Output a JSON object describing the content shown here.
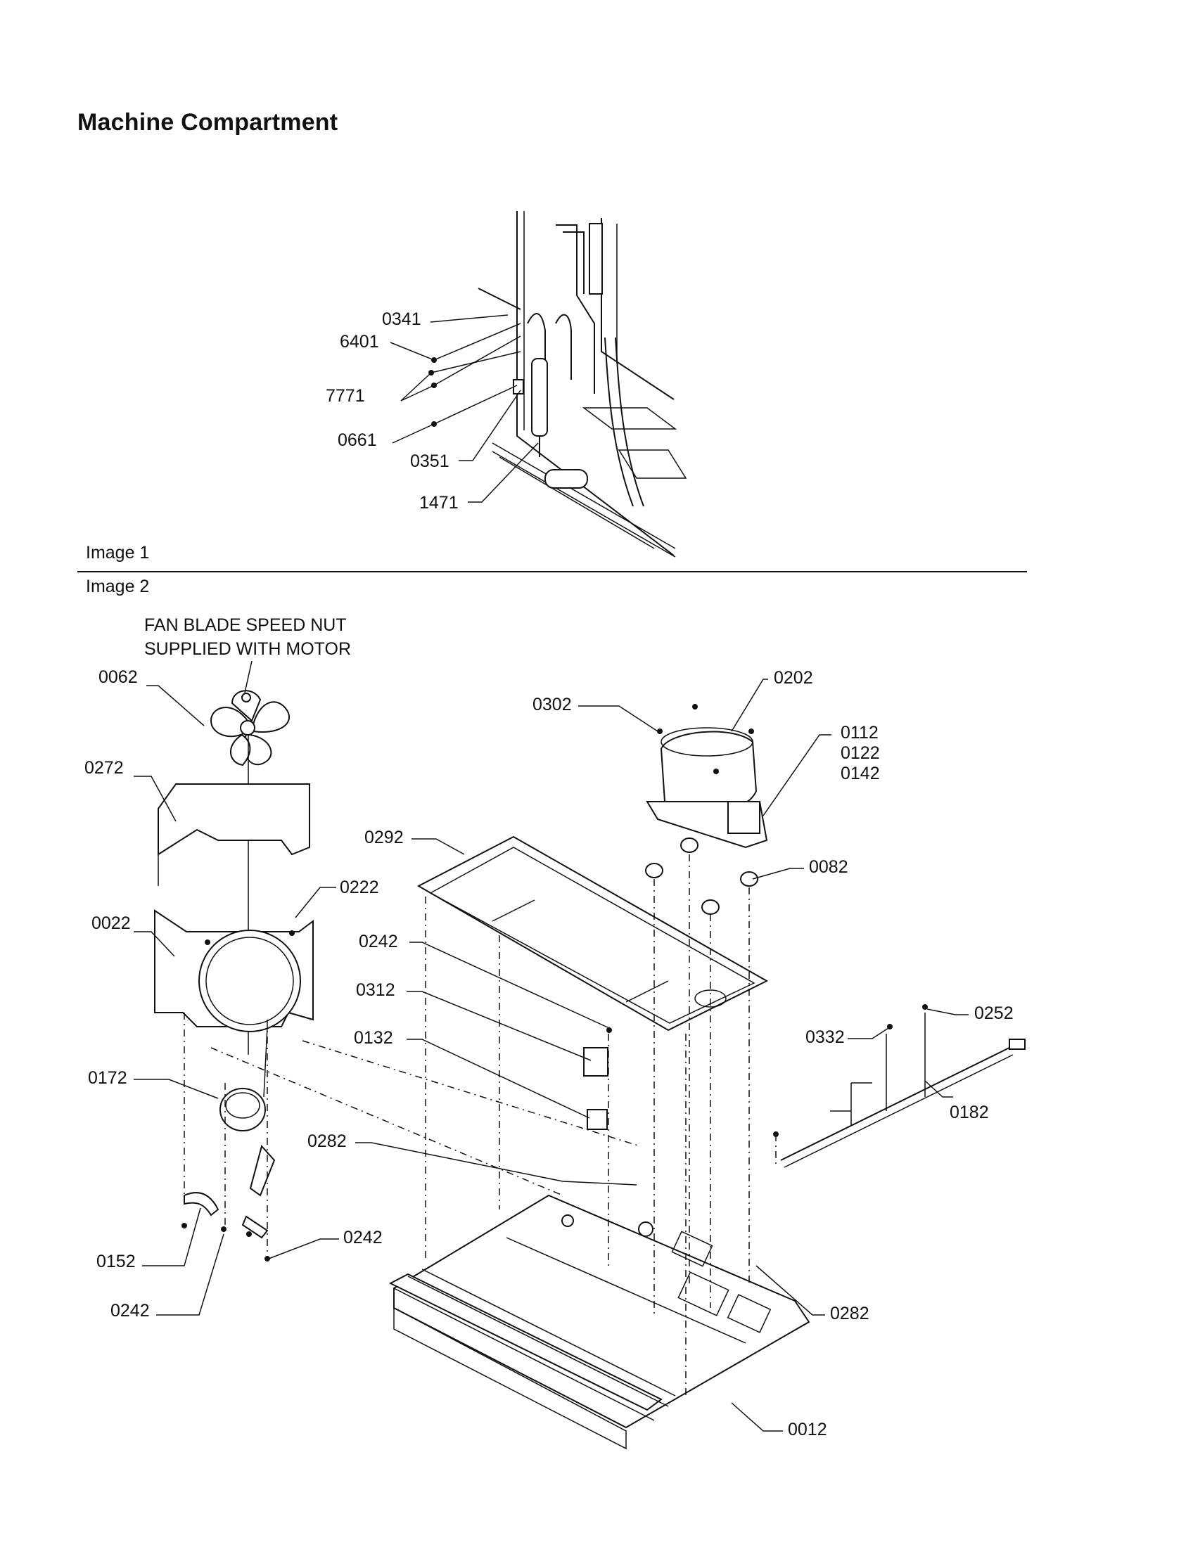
{
  "page": {
    "title": "Machine Compartment",
    "image1_label": "Image 1",
    "image2_label": "Image 2",
    "note_line1": "FAN BLADE SPEED NUT",
    "note_line2": "SUPPLIED WITH MOTOR"
  },
  "callouts_image1": {
    "c0341": "0341",
    "c6401": "6401",
    "c7771": "7771",
    "c0661": "0661",
    "c0351": "0351",
    "c1471": "1471"
  },
  "callouts_image2": {
    "c0062": "0062",
    "c0272": "0272",
    "c0022": "0022",
    "c0222": "0222",
    "c0172": "0172",
    "c0152": "0152",
    "c0242a": "0242",
    "c0242b": "0242",
    "c0242c": "0242",
    "c0292": "0292",
    "c0312": "0312",
    "c0132": "0132",
    "c0282a": "0282",
    "c0282b": "0282",
    "c0302": "0302",
    "c0202": "0202",
    "c0112": "0112",
    "c0122": "0122",
    "c0142": "0142",
    "c0082": "0082",
    "c0332": "0332",
    "c0252": "0252",
    "c0182": "0182",
    "c0012": "0012"
  }
}
